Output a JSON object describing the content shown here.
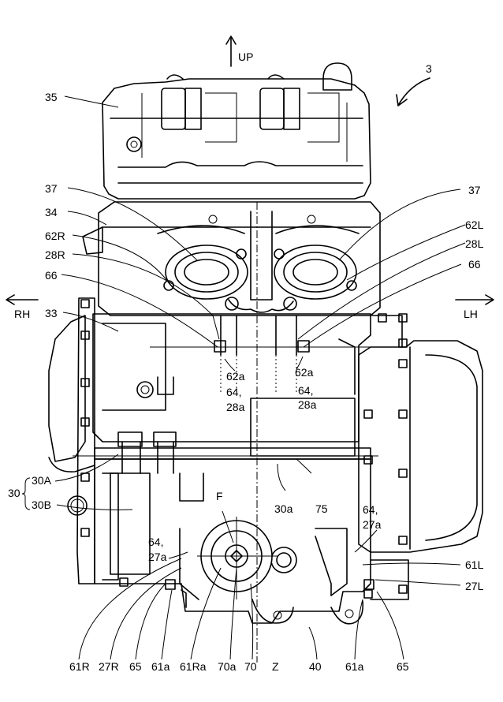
{
  "figure_number": "3",
  "directions": {
    "up": "UP",
    "right_hand": "RH",
    "left_hand": "LH"
  },
  "labels": {
    "l35": "35",
    "l37a": "37",
    "l37b": "37",
    "l34": "34",
    "l62R": "62R",
    "l28R": "28R",
    "l66a": "66",
    "l33": "33",
    "l62L": "62L",
    "l28L": "28L",
    "l66b": "66",
    "l62a_left": "62a",
    "l64_left": "64,",
    "l28a_left": "28a",
    "l62a_right": "62a",
    "l64_right": "64,",
    "l28a_right": "28a",
    "l30": "30",
    "l30A": "30A",
    "l30B": "30B",
    "l30a": "30a",
    "l75": "75",
    "lF": "F",
    "l64_27a_left_1": "64,",
    "l64_27a_left_2": "27a",
    "l64_27a_right_1": "64,",
    "l64_27a_right_2": "27a",
    "l61L": "61L",
    "l27L": "27L"
  },
  "bottom_labels": [
    "61R",
    "27R",
    "65",
    "61a",
    "61Ra",
    "70a",
    "70",
    "Z",
    "40",
    "61a",
    "65"
  ]
}
